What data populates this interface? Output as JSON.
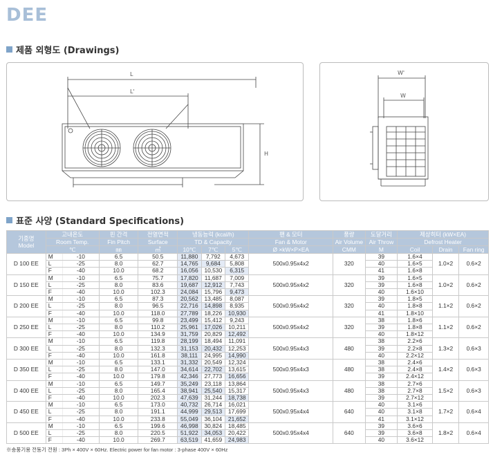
{
  "model": "DEE",
  "drawings": {
    "heading": "제품 외형도 (Drawings)"
  },
  "front_view": {
    "dim_L": "L",
    "dim_L2": "L'",
    "dim_H": "H"
  },
  "side_view": {
    "dim_W2": "W'",
    "dim_W": "W"
  },
  "specs": {
    "heading": "표준 사양 (Standard Specifications)",
    "headers": {
      "model_ko": "기종명",
      "model_en": "Model",
      "room_ko": "고내온도",
      "room_en": "Room Temp.",
      "room_unit": "℃",
      "fin_ko": "핀 간격",
      "fin_en": "Fin Pitch",
      "fin_unit": "㎜",
      "surf_ko": "전열면적",
      "surf_en": "Surface",
      "surf_unit": "㎡",
      "cap_ko": "냉동능력 (kcal/h)",
      "cap_en": "TD & Capacity",
      "td10": "10℃",
      "td7": "7℃",
      "td5": "5℃",
      "fan_ko": "팬 & 모터",
      "fan_en": "Fan & Motor",
      "fan_unit": "Ø ×kW×P×EA",
      "air_ko": "풍량",
      "air_en": "Air Volume",
      "air_unit": "CMM",
      "throw_ko": "도달거리",
      "throw_en": "Air Throw",
      "throw_unit": "M",
      "heater_ko": "제상히터 (kW×EA)",
      "heater_en": "Defrost Heater",
      "coil": "Coil",
      "drain": "Drain",
      "fanring": "Fan ring"
    },
    "rows": [
      {
        "model": "D 100 EE",
        "fan": "500x0.95x4x2",
        "air": "320",
        "drain": "1.0×2",
        "fanring": "0.6×2",
        "sub": [
          {
            "grade": "M",
            "temp": "-10",
            "fin": "6.5",
            "surf": "50.5",
            "c10": "11,880",
            "c7": "7,792",
            "c5": "4,673",
            "throw": "39",
            "coil": "1.6×4"
          },
          {
            "grade": "L",
            "temp": "-25",
            "fin": "8.0",
            "surf": "62.7",
            "c10": "14,765",
            "c7": "9,684",
            "c5": "5,808",
            "throw": "40",
            "coil": "1.6×5"
          },
          {
            "grade": "F",
            "temp": "-40",
            "fin": "10.0",
            "surf": "68.2",
            "c10": "16,056",
            "c7": "10,530",
            "c5": "6,315",
            "throw": "41",
            "coil": "1.6×8"
          }
        ]
      },
      {
        "model": "D 150 EE",
        "fan": "500x0.95x4x2",
        "air": "320",
        "drain": "1.0×2",
        "fanring": "0.6×2",
        "sub": [
          {
            "grade": "M",
            "temp": "-10",
            "fin": "6.5",
            "surf": "75.7",
            "c10": "17,820",
            "c7": "11,687",
            "c5": "7,009",
            "throw": "39",
            "coil": "1.6×5"
          },
          {
            "grade": "L",
            "temp": "-25",
            "fin": "8.0",
            "surf": "83.6",
            "c10": "19,687",
            "c7": "12,912",
            "c5": "7,743",
            "throw": "39",
            "coil": "1.6×8"
          },
          {
            "grade": "F",
            "temp": "-40",
            "fin": "10.0",
            "surf": "102.3",
            "c10": "24,084",
            "c7": "15,796",
            "c5": "9,473",
            "throw": "40",
            "coil": "1.6×10"
          }
        ]
      },
      {
        "model": "D 200 EE",
        "fan": "500x0.95x4x2",
        "air": "320",
        "drain": "1.1×2",
        "fanring": "0.6×2",
        "sub": [
          {
            "grade": "M",
            "temp": "-10",
            "fin": "6.5",
            "surf": "87.3",
            "c10": "20,562",
            "c7": "13,485",
            "c5": "8,087",
            "throw": "39",
            "coil": "1.8×5"
          },
          {
            "grade": "L",
            "temp": "-25",
            "fin": "8.0",
            "surf": "96.5",
            "c10": "22,716",
            "c7": "14,898",
            "c5": "8,935",
            "throw": "40",
            "coil": "1.8×8"
          },
          {
            "grade": "F",
            "temp": "-40",
            "fin": "10.0",
            "surf": "118.0",
            "c10": "27,789",
            "c7": "18,226",
            "c5": "10,930",
            "throw": "41",
            "coil": "1.8×10"
          }
        ]
      },
      {
        "model": "D 250 EE",
        "fan": "500x0.95x4x2",
        "air": "320",
        "drain": "1.1×2",
        "fanring": "0.6×2",
        "sub": [
          {
            "grade": "M",
            "temp": "-10",
            "fin": "6.5",
            "surf": "99.8",
            "c10": "23,499",
            "c7": "15,412",
            "c5": "9,243",
            "throw": "38",
            "coil": "1.8×6"
          },
          {
            "grade": "L",
            "temp": "-25",
            "fin": "8.0",
            "surf": "110.2",
            "c10": "25,961",
            "c7": "17,026",
            "c5": "10,211",
            "throw": "39",
            "coil": "1.8×8"
          },
          {
            "grade": "F",
            "temp": "-40",
            "fin": "10.0",
            "surf": "134.9",
            "c10": "31,759",
            "c7": "20,829",
            "c5": "12,492",
            "throw": "40",
            "coil": "1.8×12"
          }
        ]
      },
      {
        "model": "D 300 EE",
        "fan": "500x0.95x4x3",
        "air": "480",
        "drain": "1.3×2",
        "fanring": "0.6×3",
        "sub": [
          {
            "grade": "M",
            "temp": "-10",
            "fin": "6.5",
            "surf": "119.8",
            "c10": "28,199",
            "c7": "18,494",
            "c5": "11,091",
            "throw": "38",
            "coil": "2.2×6"
          },
          {
            "grade": "L",
            "temp": "-25",
            "fin": "8.0",
            "surf": "132.3",
            "c10": "31,153",
            "c7": "20,432",
            "c5": "12,253",
            "throw": "39",
            "coil": "2.2×8"
          },
          {
            "grade": "F",
            "temp": "-40",
            "fin": "10.0",
            "surf": "161.8",
            "c10": "38,111",
            "c7": "24,995",
            "c5": "14,990",
            "throw": "40",
            "coil": "2.2×12"
          }
        ]
      },
      {
        "model": "D 350 EE",
        "fan": "500x0.95x4x3",
        "air": "480",
        "drain": "1.4×2",
        "fanring": "0.6×3",
        "sub": [
          {
            "grade": "M",
            "temp": "-10",
            "fin": "6.5",
            "surf": "133.1",
            "c10": "31,332",
            "c7": "20,549",
            "c5": "12,324",
            "throw": "38",
            "coil": "2.4×6"
          },
          {
            "grade": "L",
            "temp": "-25",
            "fin": "8.0",
            "surf": "147.0",
            "c10": "34,614",
            "c7": "22,702",
            "c5": "13,615",
            "throw": "38",
            "coil": "2.4×8"
          },
          {
            "grade": "F",
            "temp": "-40",
            "fin": "10.0",
            "surf": "179.8",
            "c10": "42,346",
            "c7": "27,773",
            "c5": "16,656",
            "throw": "39",
            "coil": "2.4×12"
          }
        ]
      },
      {
        "model": "D 400 EE",
        "fan": "500x0.95x4x3",
        "air": "480",
        "drain": "1.5×2",
        "fanring": "0.6×3",
        "sub": [
          {
            "grade": "M",
            "temp": "-10",
            "fin": "6.5",
            "surf": "149.7",
            "c10": "35,249",
            "c7": "23,118",
            "c5": "13,864",
            "throw": "38",
            "coil": "2.7×6"
          },
          {
            "grade": "L",
            "temp": "-25",
            "fin": "8.0",
            "surf": "165.4",
            "c10": "38,941",
            "c7": "25,540",
            "c5": "15,317",
            "throw": "38",
            "coil": "2.7×8"
          },
          {
            "grade": "F",
            "temp": "-40",
            "fin": "10.0",
            "surf": "202.3",
            "c10": "47,639",
            "c7": "31,244",
            "c5": "18,738",
            "throw": "39",
            "coil": "2.7×12"
          }
        ]
      },
      {
        "model": "D 450 EE",
        "fan": "500x0.95x4x4",
        "air": "640",
        "drain": "1.7×2",
        "fanring": "0.6×4",
        "sub": [
          {
            "grade": "M",
            "temp": "-10",
            "fin": "6.5",
            "surf": "173.0",
            "c10": "40,732",
            "c7": "26,714",
            "c5": "16,021",
            "throw": "40",
            "coil": "3.1×6"
          },
          {
            "grade": "L",
            "temp": "-25",
            "fin": "8.0",
            "surf": "191.1",
            "c10": "44,999",
            "c7": "29,513",
            "c5": "17,699",
            "throw": "40",
            "coil": "3.1×8"
          },
          {
            "grade": "F",
            "temp": "-40",
            "fin": "10.0",
            "surf": "233.8",
            "c10": "55,049",
            "c7": "36,104",
            "c5": "21,652",
            "throw": "41",
            "coil": "3.1×12"
          }
        ]
      },
      {
        "model": "D 500 EE",
        "fan": "500x0.95x4x4",
        "air": "640",
        "drain": "1.8×2",
        "fanring": "0.6×4",
        "sub": [
          {
            "grade": "M",
            "temp": "-10",
            "fin": "6.5",
            "surf": "199.6",
            "c10": "46,998",
            "c7": "30,824",
            "c5": "18,485",
            "throw": "39",
            "coil": "3.6×6"
          },
          {
            "grade": "L",
            "temp": "-25",
            "fin": "8.0",
            "surf": "220.5",
            "c10": "51,922",
            "c7": "34,053",
            "c5": "20,422",
            "throw": "39",
            "coil": "3.6×8"
          },
          {
            "grade": "F",
            "temp": "-40",
            "fin": "10.0",
            "surf": "269.7",
            "c10": "63,519",
            "c7": "41,659",
            "c5": "24,983",
            "throw": "40",
            "coil": "3.6×12"
          }
        ]
      }
    ],
    "footnote": "※송풍기용 전동기 전원 : 3Ph × 400V × 60Hz. Electric power for fan motor : 3-phase 400V × 60Hz"
  },
  "colors": {
    "title": "#a8bfd8",
    "header_bg": "#b5c7dc",
    "highlight": "#e3eaf5"
  }
}
